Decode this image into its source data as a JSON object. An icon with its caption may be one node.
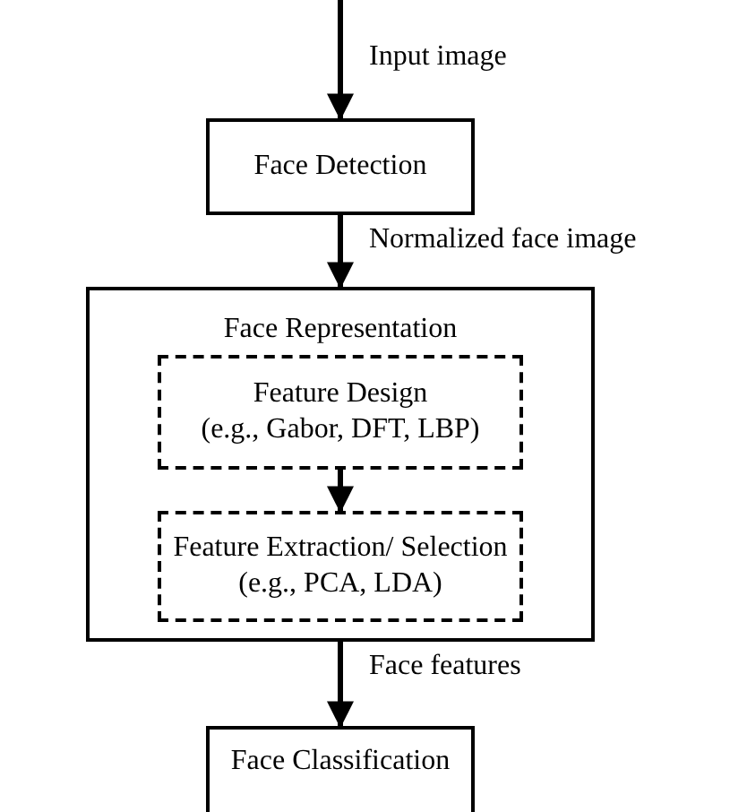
{
  "diagram": {
    "nodes": [
      {
        "text": [
          "Face Detection"
        ]
      },
      {
        "text": [
          "Face Representation"
        ]
      },
      {
        "text": [
          "Feature Design",
          "(e.g., Gabor, DFT, LBP)"
        ],
        "in": 1
      },
      {
        "text": [
          "Feature Extraction/ Selection",
          "(e.g., PCA, LDA)"
        ],
        "in": 1
      },
      {
        "text": [
          "Face Classification"
        ]
      }
    ],
    "edges": [
      {
        "from": null,
        "to": 0,
        "arrow": "to",
        "label": "Input image"
      },
      {
        "from": 0,
        "to": 1,
        "arrow": "to",
        "label": "Normalized face image"
      },
      {
        "from": 2,
        "to": 3,
        "arrow": "to"
      },
      {
        "from": 1,
        "to": 4,
        "arrow": "to",
        "label": "Face features"
      }
    ]
  }
}
